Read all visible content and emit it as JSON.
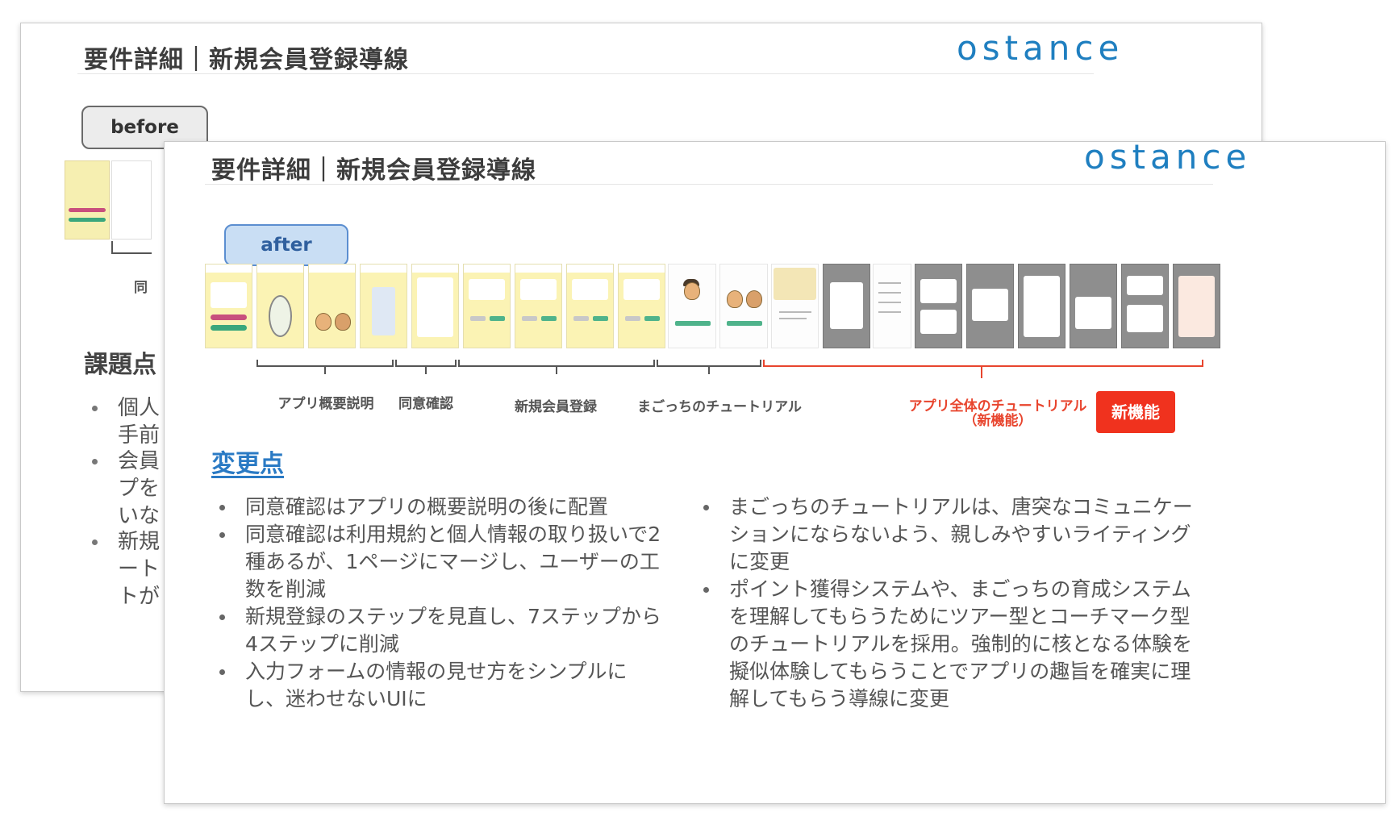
{
  "before_slide": {
    "title": "要件詳細｜新規会員登録導線",
    "logo": "ostance",
    "label": "before",
    "partial_caption": "同",
    "issues_heading": "課題点",
    "partial_bullets": [
      "個人",
      "手前",
      "会員",
      "プを",
      "いな",
      "新規",
      "ート",
      "トが"
    ]
  },
  "after_slide": {
    "title": "要件詳細｜新規会員登録導線",
    "logo": "ostance",
    "label": "after",
    "steps": [
      {
        "label": "アプリ概要説明"
      },
      {
        "label": "同意確認"
      },
      {
        "label": "新規会員登録"
      },
      {
        "label": "まごっちのチュートリアル"
      }
    ],
    "new_section_label": "アプリ全体のチュートリアル（新機能）",
    "new_badge": "新機能",
    "changes_heading": "変更点",
    "changes_left": [
      "同意確認はアプリの概要説明の後に配置",
      "同意確認は利用規約と個人情報の取り扱いで2種あるが、1ページにマージし、ユーザーの工数を削減",
      "新規登録のステップを見直し、7ステップから4ステップに削減",
      "入力フォームの情報の見せ方をシンプルにし、迷わせないUIに"
    ],
    "changes_right": [
      "まごっちのチュートリアルは、唐突なコミュニケーションにならないよう、親しみやすいライティングに変更",
      "ポイント獲得システムや、まごっちの育成システムを理解してもらうためにツアー型とコーチマーク型のチュートリアルを採用。強制的に核となる体験を擬似体験してもらうことでアプリの趣旨を確実に理解してもらう導線に変更"
    ]
  },
  "colors": {
    "accent_blue": "#1f7fc0",
    "after_pill": "#c9def4",
    "new_feature_red": "#f0321e",
    "screen_yellow": "#fbf3b4"
  }
}
